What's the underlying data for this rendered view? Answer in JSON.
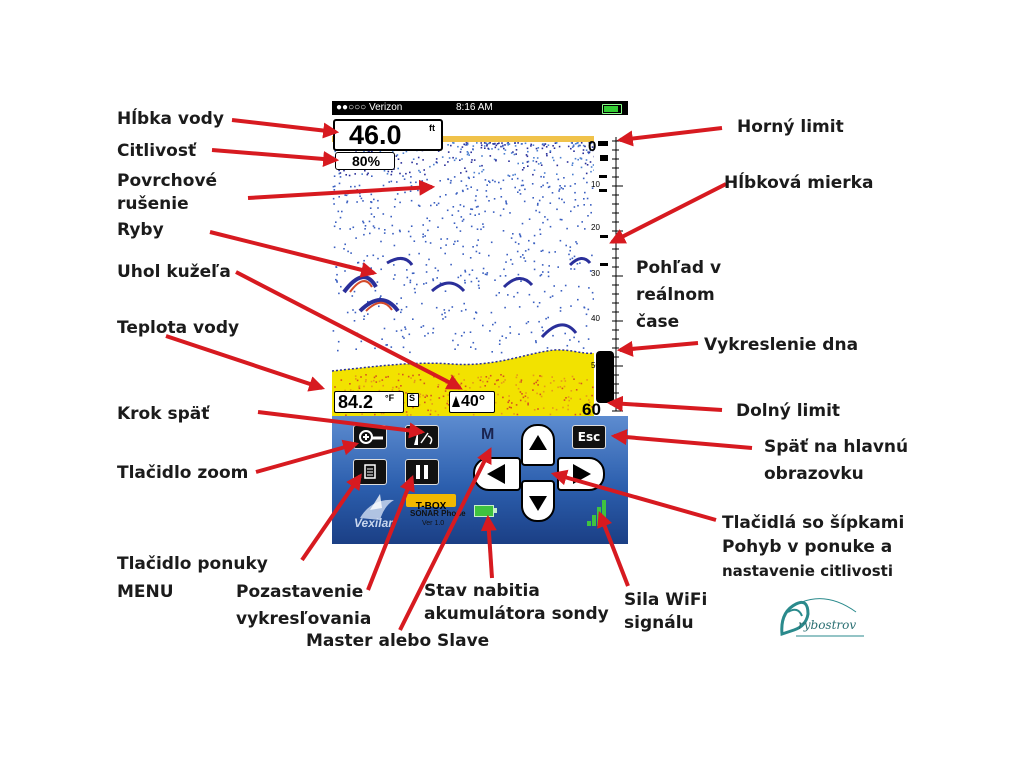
{
  "phone": {
    "carrier": "●●○○○ Verizon",
    "time": "8:16 AM",
    "depth_value": "46.0",
    "depth_unit": "ft",
    "sensitivity": "80%",
    "scale_marks": [
      "0",
      "10",
      "20",
      "30",
      "40",
      "50",
      "60"
    ],
    "water_temp": "84.2",
    "temp_unit": "°F",
    "s_flag": "S",
    "cone_angle": "40°",
    "esc_label": "Esc",
    "master_label": "M",
    "brand_text": "Vexilar",
    "box_text": "T-BOX",
    "app_text": "SONAR Phone",
    "version_text": "Ver 1.0"
  },
  "labels": {
    "hlbka_vody": "Hĺbka vody",
    "citlivost": "Citlivosť",
    "povrchove_1": "Povrchové",
    "povrchove_2": "rušenie",
    "ryby": "Ryby",
    "uhol": "Uhol kužeľa",
    "teplota": "Teplota vody",
    "krok": "Krok späť",
    "zoom": "Tlačidlo zoom",
    "menu_1": "Tlačidlo ponuky",
    "menu_2": "MENU",
    "pozast_1": "Pozastavenie",
    "pozast_2": "vykresľovania",
    "master": "Master alebo Slave",
    "stav_1": "Stav nabitia",
    "stav_2": "akumulátora sondy",
    "sila_1": "Sila WiFi",
    "sila_2": "signálu",
    "horny": "Horný limit",
    "mierka": "Hĺbková mierka",
    "pohlad_1": "Pohľad v",
    "pohlad_2": "reálnom",
    "pohlad_3": "čase",
    "dno": "Vykreslenie dna",
    "dolny": "Dolný limit",
    "spat_1": "Späť na hlavnú",
    "spat_2": "obrazovku",
    "sipky_1": "Tlačidlá so šípkami",
    "sipky_2": "Pohyb v ponuke a",
    "sipky_3": "nastavenie citlivosti"
  },
  "brand": {
    "name": "rybostrov"
  },
  "colors": {
    "arrow": "#d71a20",
    "control_panel": "#2c5fae",
    "bottom_fill": "#f2e200",
    "fish_arc": "#2a2f9a"
  }
}
